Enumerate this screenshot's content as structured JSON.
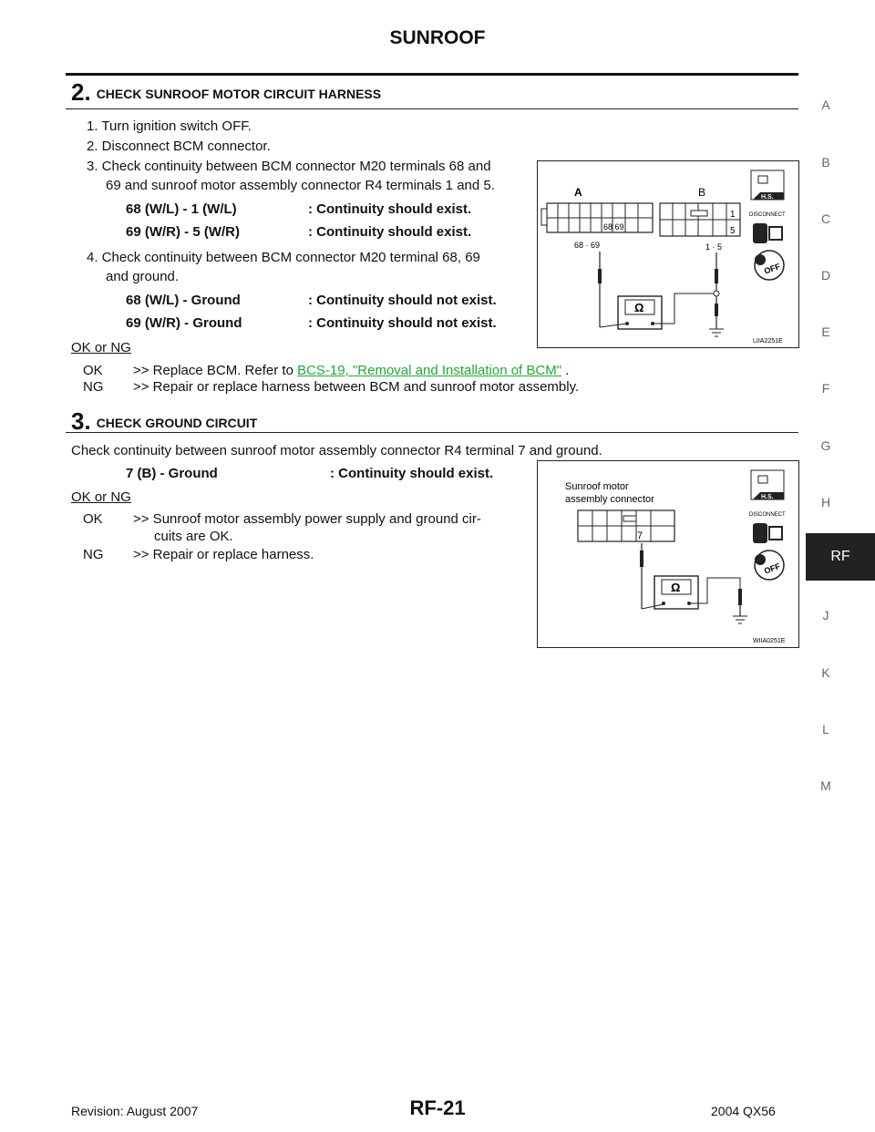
{
  "header": {
    "title": "SUNROOF"
  },
  "step2": {
    "number": "2.",
    "title": "CHECK SUNROOF MOTOR CIRCUIT HARNESS",
    "items": [
      "1.  Turn ignition switch OFF.",
      "2.  Disconnect BCM connector.",
      "3.  Check continuity between BCM connector M20 terminals 68 and",
      "69 and sunroof motor assembly connector R4 terminals 1 and 5.",
      "4.  Check continuity between BCM connector M20 terminal 68, 69",
      "and ground."
    ],
    "spec1": [
      {
        "lhs": "68 (W/L) - 1 (W/L)",
        "rhs": ": Continuity should exist."
      },
      {
        "lhs": "69 (W/R) - 5 (W/R)",
        "rhs": ": Continuity should exist."
      }
    ],
    "spec2": [
      {
        "lhs": "68 (W/L) - Ground",
        "rhs": ": Continuity should not exist."
      },
      {
        "lhs": "69 (W/R) - Ground",
        "rhs": ": Continuity should not exist."
      }
    ],
    "ok_or_ng": "OK or NG",
    "results": [
      {
        "key": "OK",
        "text": ">> Replace BCM. Refer to ",
        "link": "BCS-19, \"Removal and Installation of BCM\"",
        "after": " ."
      },
      {
        "key": "NG",
        "text": ">> Repair or replace harness between BCM and sunroof motor assembly."
      }
    ],
    "figure": {
      "label_a": "A",
      "label_b": "B",
      "pins_a": "68 69",
      "pins_b_top": "1",
      "pins_b_bottom": "5",
      "probe_a": "68 · 69",
      "probe_b": "1 · 5",
      "code": "LIIA2251E"
    }
  },
  "step3": {
    "number": "3.",
    "title": "CHECK GROUND CIRCUIT",
    "intro": "Check continuity between sunroof motor assembly connector R4 terminal 7 and ground.",
    "spec": {
      "lhs": "7 (B) - Ground",
      "rhs": ": Continuity should exist."
    },
    "ok_or_ng": "OK or NG",
    "results": [
      {
        "key": "OK",
        "text": ">> Sunroof motor assembly power supply and ground cir-",
        "text2": "cuits are OK."
      },
      {
        "key": "NG",
        "text": ">> Repair or replace harness."
      }
    ],
    "figure": {
      "caption1": "Sunroof motor",
      "caption2": "assembly connector",
      "pin": "7",
      "code": "WIIA0251E"
    }
  },
  "icons": {
    "hs": "H.S.",
    "disconnect": "DISCONNECT",
    "off": "OFF",
    "ohm": "Ω"
  },
  "sidebar": {
    "letters": [
      "A",
      "B",
      "C",
      "D",
      "E",
      "F",
      "G",
      "H",
      "RF",
      "J",
      "K",
      "L",
      "M"
    ],
    "active": "RF"
  },
  "footer": {
    "revision": "Revision: August 2007",
    "page": "RF-21",
    "model": "2004 QX56"
  }
}
